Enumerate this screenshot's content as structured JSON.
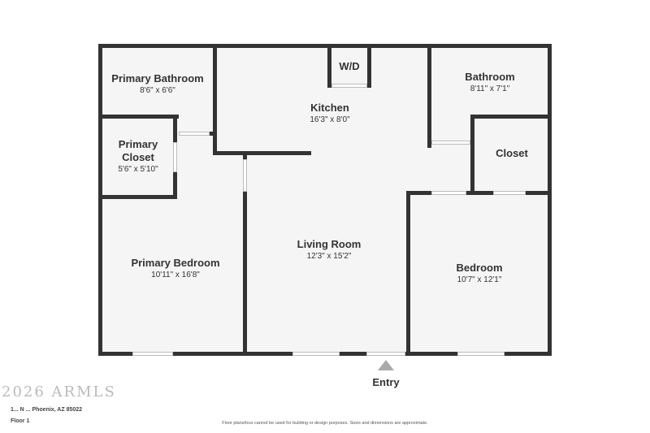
{
  "rooms": {
    "primary_bathroom": {
      "name": "Primary Bathroom",
      "dims": "8'6\" x 6'6\""
    },
    "primary_closet": {
      "name": "Primary",
      "name2": "Closet",
      "dims": "5'6\" x 5'10\""
    },
    "wd": {
      "name": "W/D"
    },
    "kitchen": {
      "name": "Kitchen",
      "dims": "16'3\" x 8'0\""
    },
    "bathroom": {
      "name": "Bathroom",
      "dims": "8'11\" x 7'1\""
    },
    "closet": {
      "name": "Closet"
    },
    "primary_bedroom": {
      "name": "Primary Bedroom",
      "dims": "10'11\" x 16'8\""
    },
    "living_room": {
      "name": "Living Room",
      "dims": "12'3\" x 15'2\""
    },
    "bedroom": {
      "name": "Bedroom",
      "dims": "10'7\" x 12'1\""
    }
  },
  "entry": "Entry",
  "watermark": "2026 ARMLS",
  "address": "1... N ... Phoenix, AZ 85022",
  "floor": "Floor 1",
  "disclaimer": "Floor plans/tour cannot be used for building or design purposes. Sizes and dimensions are approximate."
}
